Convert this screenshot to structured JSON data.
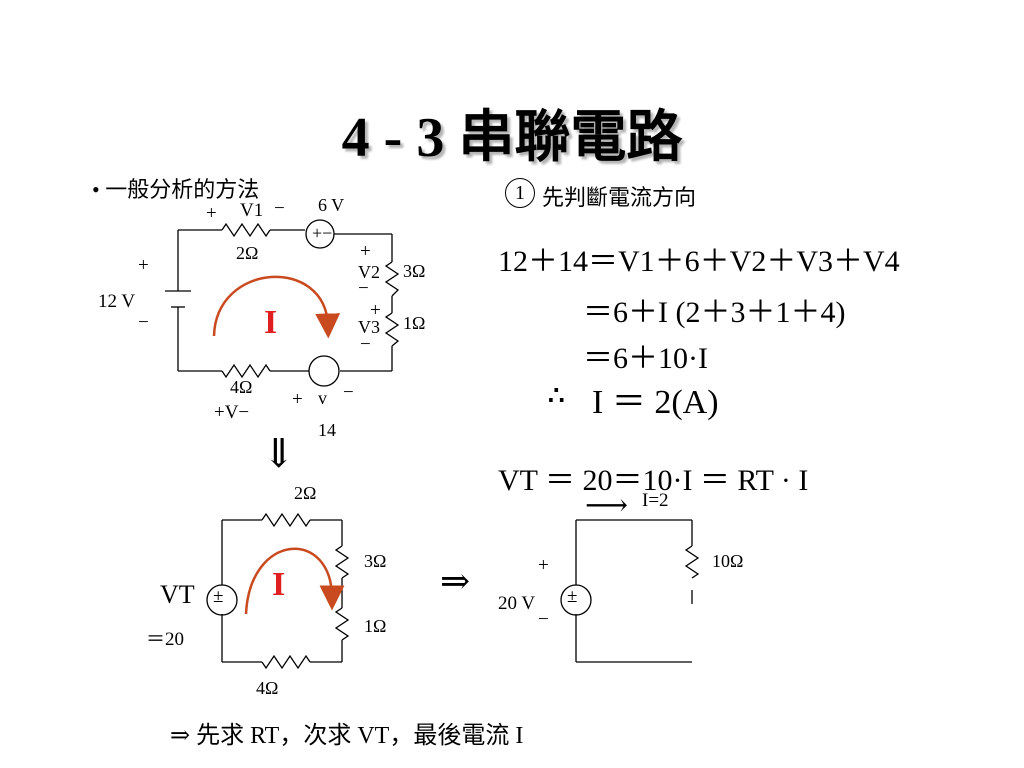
{
  "title": "4 - 3  串聯電路",
  "bullet": "• 一般分析的方法",
  "step1": {
    "num": "1",
    "text": "先判斷電流方向"
  },
  "equations": {
    "line1": "12＋14＝V1＋6＋V2＋V3＋V4",
    "line2": "＝6＋I (2＋3＋1＋4)",
    "line3": "＝6＋10·I",
    "therefore": "∴",
    "result": "I ＝ 2(A)",
    "vt_line": "VT ＝ 20＝10·I ＝ RT · I",
    "i_arrow": "⟶",
    "i_value": "I=2"
  },
  "circuit1": {
    "v1_plus": "+",
    "v1_label": "V1",
    "v1_minus": "−",
    "src6": "6 V",
    "src6_pm": "+−",
    "r2": "2Ω",
    "v2_plus": "+",
    "v2_label": "V2",
    "v2_minus": "−",
    "r3": "3Ω",
    "v3_plus": "+",
    "v3_label": "V3",
    "v3_minus": "−",
    "r1": "1Ω",
    "bat_plus": "+",
    "bat_label": "12  V",
    "bat_minus": "−",
    "current": "I",
    "r4": "4Ω",
    "v4_label": "+V−",
    "src14_plus": "+",
    "src14_v": "v",
    "src14_minus": "−",
    "src14_value": "14"
  },
  "down_arrow": "⇓",
  "circuit2": {
    "r2": "2Ω",
    "r3": "3Ω",
    "r1": "1Ω",
    "r4": "4Ω",
    "vt_label": "VT",
    "vt_value": "＝20",
    "source_pm": "±",
    "current": "I"
  },
  "right_arrow": "⇒",
  "circuit3": {
    "plus": "+",
    "minus": "−",
    "source_label": "20  V",
    "source_pm": "±",
    "r": "10Ω"
  },
  "bottom_line": "⇒ 先求 RT，次求 VT，最後電流 I"
}
